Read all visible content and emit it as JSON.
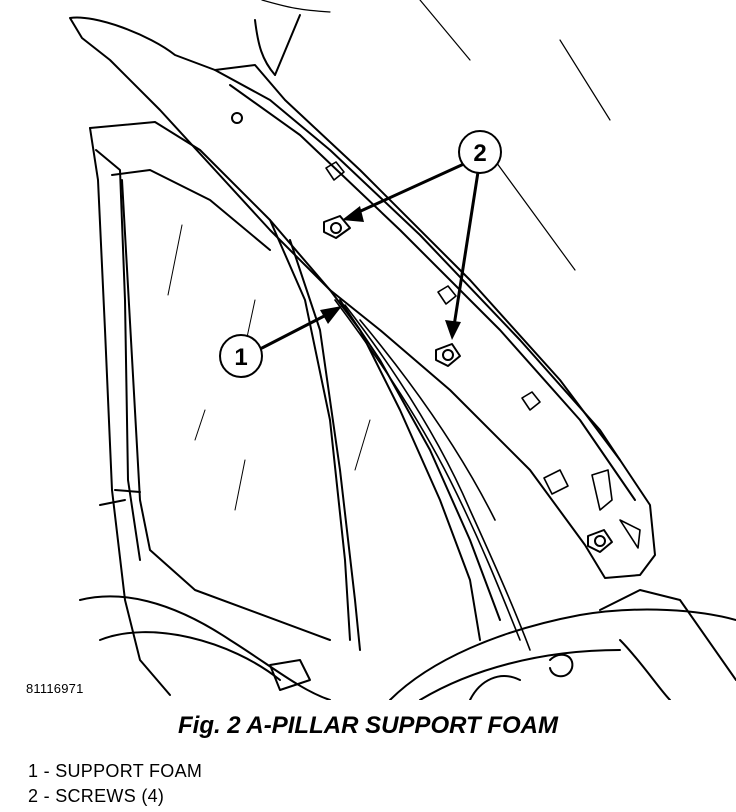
{
  "figure_id": "81116971",
  "caption": "Fig. 2 A-PILLAR SUPPORT FOAM",
  "callouts": [
    {
      "number": "1",
      "label": "1 - SUPPORT FOAM"
    },
    {
      "number": "2",
      "label": "2 - SCREWS (4)"
    }
  ],
  "colors": {
    "line": "#000000",
    "background": "#ffffff"
  }
}
